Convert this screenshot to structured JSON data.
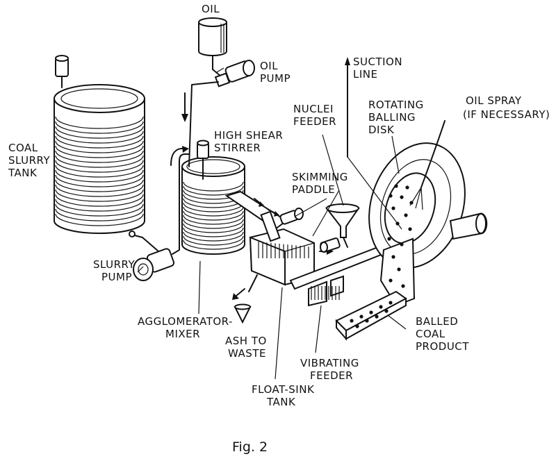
{
  "labels": {
    "oil": "OIL",
    "oil_pump_1": "OIL",
    "oil_pump_2": "PUMP",
    "suction_1": "SUCTION",
    "suction_2": "LINE",
    "nuclei_1": "NUCLEI",
    "nuclei_2": "FEEDER",
    "rotating_1": "ROTATING",
    "rotating_2": "BALLING",
    "rotating_3": "DISK",
    "oilspray_1": "OIL SPRAY",
    "oilspray_2": "(IF NECESSARY)",
    "coal_1": "COAL",
    "coal_2": "SLURRY",
    "coal_3": "TANK",
    "shear_1": "HIGH SHEAR",
    "shear_2": "STIRRER",
    "skim_1": "SKIMMING",
    "skim_2": "PADDLE",
    "slurry_pump_1": "SLURRY",
    "slurry_pump_2": "PUMP",
    "agglo_1": "AGGLOMERATOR-",
    "agglo_2": "MIXER",
    "ash_1": "ASH TO",
    "ash_2": "WASTE",
    "balled_1": "BALLED",
    "balled_2": "COAL",
    "balled_3": "PRODUCT",
    "vib_1": "VIBRATING",
    "vib_2": "FEEDER",
    "float_1": "FLOAT-SINK",
    "float_2": "TANK"
  },
  "caption": "Fig. 2"
}
